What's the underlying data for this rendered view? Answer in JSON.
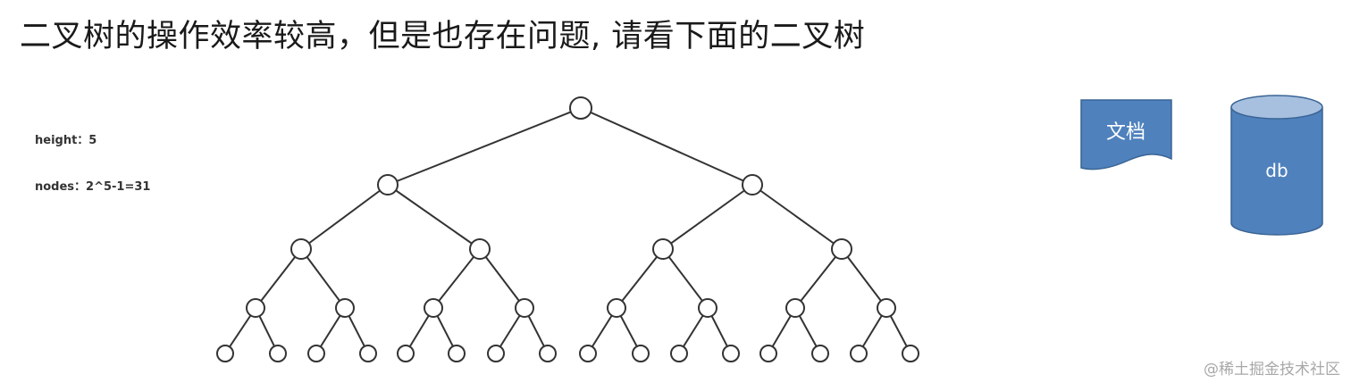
{
  "title": "二叉树的操作效率较高，但是也存在问题, 请看下面的二叉树",
  "stats": {
    "height": "height：5",
    "nodes": "nodes：2^5-1=31"
  },
  "tree": {
    "levels": 5,
    "node_count": 31,
    "node_fill": "#ffffff",
    "node_stroke": "#333333",
    "edge_color": "#333333"
  },
  "document": {
    "label": "文档",
    "fill": "#4f81bd",
    "stroke": "#3a6494",
    "text_color": "#ffffff"
  },
  "database": {
    "label": "db",
    "fill": "#4f81bd",
    "top_fill": "#a7c0e0",
    "stroke": "#3a6494",
    "text_color": "#ffffff"
  },
  "watermark": "@稀土掘金技术社区"
}
